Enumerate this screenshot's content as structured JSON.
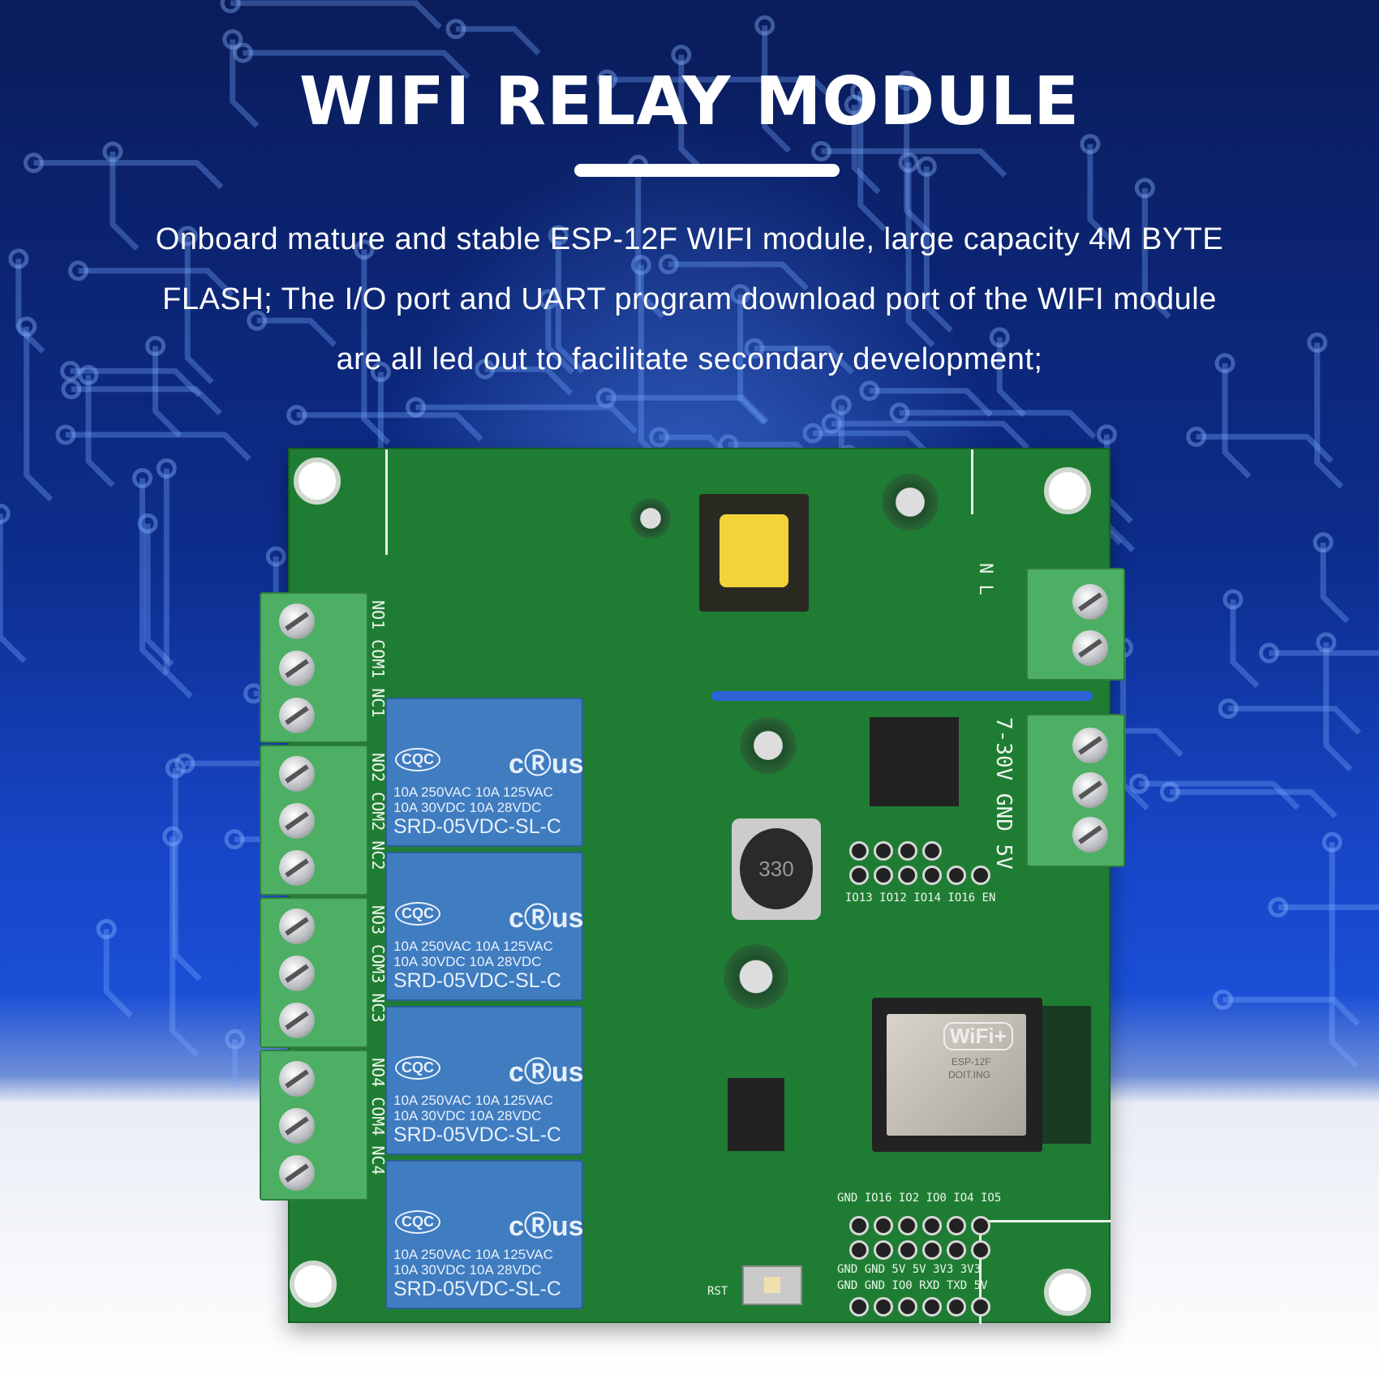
{
  "header": {
    "title": "WIFI RELAY MODULE",
    "description_lines": [
      "Onboard mature and stable ESP-12F WIFI module, large capacity 4M BYTE",
      "FLASH; The I/O port and UART program download port of the WIFI module",
      "are all led out to facilitate secondary development;"
    ]
  },
  "colors": {
    "background_top": "#0d2d8c",
    "board": "#1f7d33",
    "relay": "#3f7cc0",
    "terminal": "#4caf64"
  },
  "board": {
    "relays": [
      {
        "logo": "CQC",
        "ul": "cⓇus",
        "rating1": "10A 250VAC  10A 125VAC",
        "rating2": "10A 30VDC  10A 28VDC",
        "model": "SRD-05VDC-SL-C"
      },
      {
        "logo": "CQC",
        "ul": "cⓇus",
        "rating1": "10A 250VAC  10A 125VAC",
        "rating2": "10A 30VDC  10A 28VDC",
        "model": "SRD-05VDC-SL-C"
      },
      {
        "logo": "CQC",
        "ul": "cⓇus",
        "rating1": "10A 250VAC  10A 125VAC",
        "rating2": "10A 30VDC  10A 28VDC",
        "model": "SRD-05VDC-SL-C"
      },
      {
        "logo": "CQC",
        "ul": "cⓇus",
        "rating1": "10A 250VAC  10A 125VAC",
        "rating2": "10A 30VDC  10A 28VDC",
        "model": "SRD-05VDC-SL-C"
      }
    ],
    "relay_terminal_labels": [
      "NO1 COM1 NC1",
      "NO2 COM2 NC2",
      "NO3 COM3 NC3",
      "NO4 COM4 NC4"
    ],
    "power_label": "7-30V GND 5V",
    "ac_label": "N   L",
    "inductor_label": "330",
    "esp_module": {
      "logo": "WiFi+",
      "model": "ESP-12F",
      "maker": "DOIT.ING"
    },
    "header_row1": "GND GND 5V  5V  3V3 3V3",
    "header_row2": "GND GND IO0 RXD TXD 5V",
    "header_top": "GND IO16 IO2 IO0 IO4 IO5",
    "gpio_labels": "IO13 IO12 IO14 IO16 EN",
    "reset_label": "RST"
  }
}
